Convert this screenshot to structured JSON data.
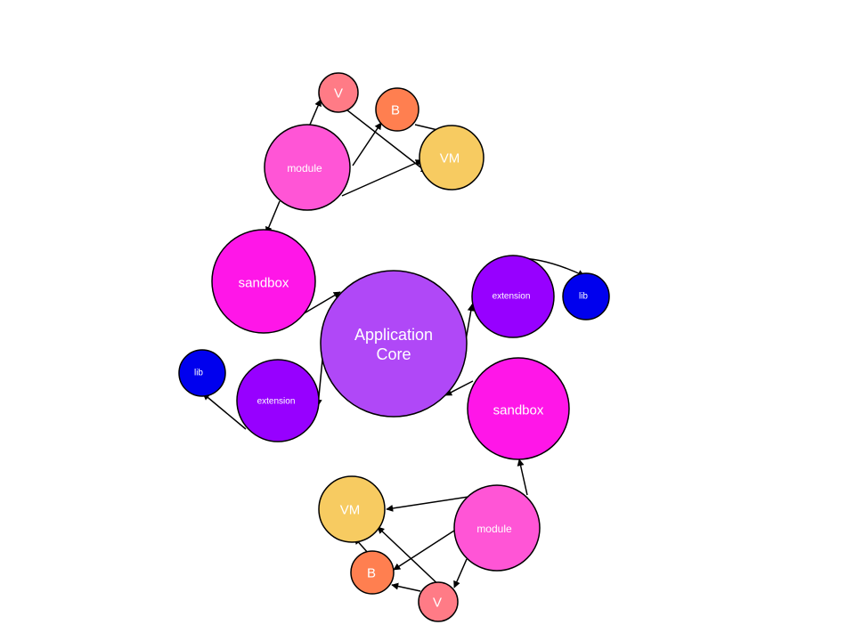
{
  "colors": {
    "core": "#b048f7",
    "sandbox": "#ff16e8",
    "module": "#ff55d6",
    "extension": "#9700ff",
    "lib": "#0000ee",
    "view": "#ff7b86",
    "bridge": "#ff7f50",
    "viewmodel": "#f7cb61"
  },
  "nodes": {
    "core": {
      "line1": "Application",
      "line2": "Core"
    },
    "sandbox_top": {
      "label": "sandbox"
    },
    "sandbox_bottom": {
      "label": "sandbox"
    },
    "module_top": {
      "label": "module"
    },
    "module_bottom": {
      "label": "module"
    },
    "extension_right": {
      "label": "extension"
    },
    "extension_left": {
      "label": "extension"
    },
    "lib_right": {
      "label": "lib"
    },
    "lib_left": {
      "label": "lib"
    },
    "v_top": {
      "label": "V"
    },
    "b_top": {
      "label": "B"
    },
    "vm_top": {
      "label": "VM"
    },
    "v_bottom": {
      "label": "V"
    },
    "b_bottom": {
      "label": "B"
    },
    "vm_bottom": {
      "label": "VM"
    }
  }
}
